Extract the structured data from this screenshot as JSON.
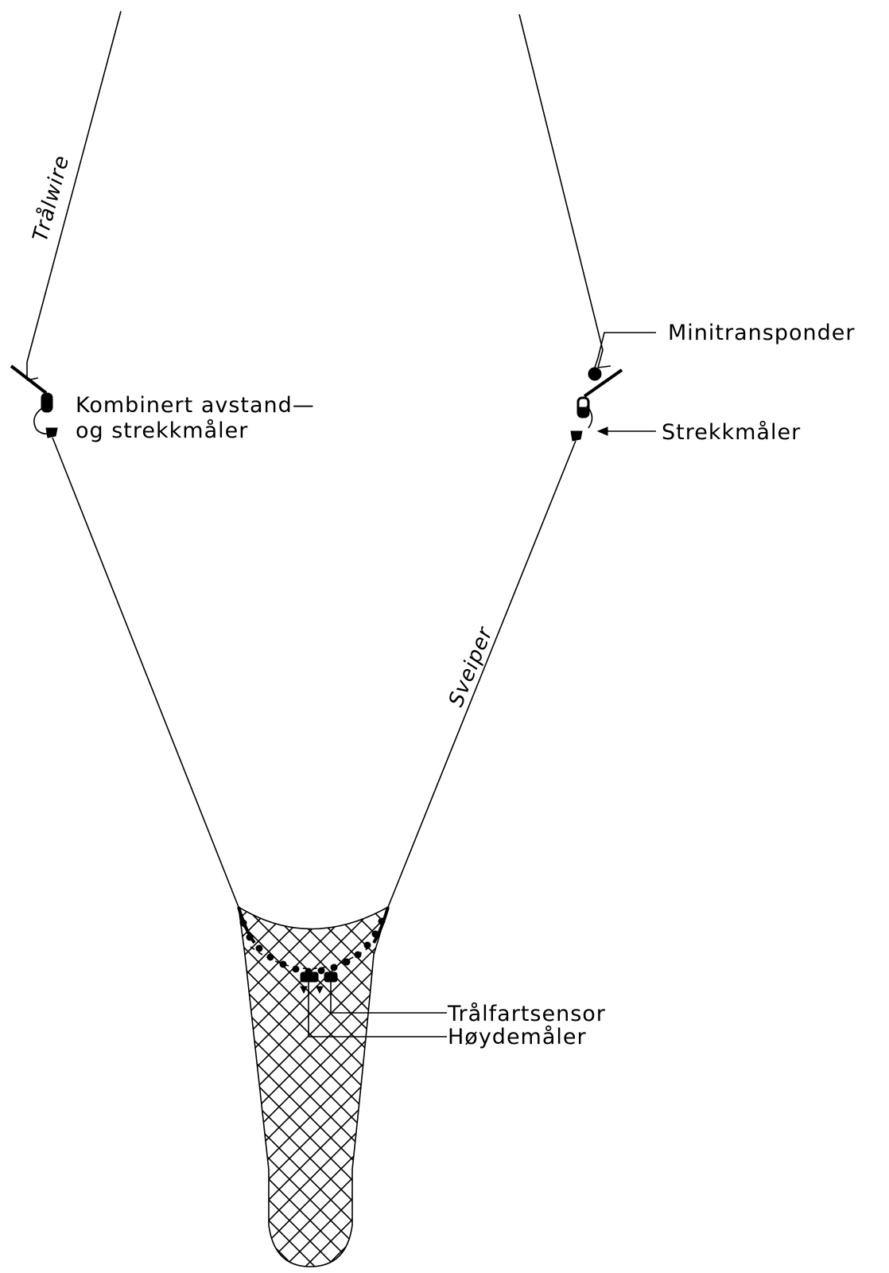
{
  "labels": {
    "tralwire": "Trålwire",
    "kombinert_line1": "Kombinert avstand—",
    "kombinert_line2": "og strekkmåler",
    "minitransponder": "Minitransponder",
    "strekkmaler": "Strekkmåler",
    "sveiper": "Sveiper",
    "tralfartsensor": "Trålfartsensor",
    "hoydemaler": "Høydemåler"
  },
  "colors": {
    "ink": "#000000",
    "background": "#ffffff"
  }
}
